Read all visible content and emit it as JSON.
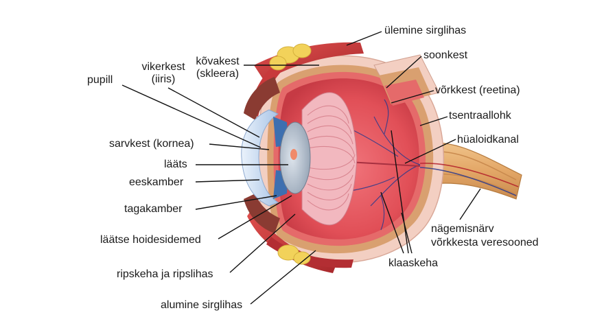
{
  "diagram": {
    "labels": {
      "pupill": "pupill",
      "vikerkest": "vikerkest",
      "vikerkest_alt": "(iiris)",
      "kovakest": "kõvakest",
      "kovakest_alt": "(skleera)",
      "ylemine_sirglihas": "ülemine sirglihas",
      "soonkest": "soonkest",
      "vorkkest": "võrkkest (reetina)",
      "tsentraallohk": "tsentraallohk",
      "hyaloidkanal": "hüaloidkanal",
      "sarvkest": "sarvkest (kornea)",
      "laats": "lääts",
      "eeskamber": "eeskamber",
      "tagakamber": "tagakamber",
      "laatse_hoidesidemed": "läätse hoidesidemed",
      "ripskeha": "ripskeha ja ripslihas",
      "alumine_sirglihas": "alumine sirglihas",
      "klaaskeha": "klaaskeha",
      "nagemisnarv": "nägemisnärv",
      "vorkkesta_veresooned": "võrkkesta veresooned"
    },
    "colors": {
      "sclera": "#f3cfc2",
      "choroid": "#d9a070",
      "retina": "#e56a6a",
      "vitreous": "#e14f57",
      "muscle": "#c8393b",
      "fat": "#f2d25a",
      "cornea": "#c9dcf3",
      "lens": "#b7c4d3",
      "ciliary": "#f2b8bf",
      "nerve": "#e3a767",
      "vessel": "#2c3a8c",
      "leader": "#111111"
    }
  }
}
